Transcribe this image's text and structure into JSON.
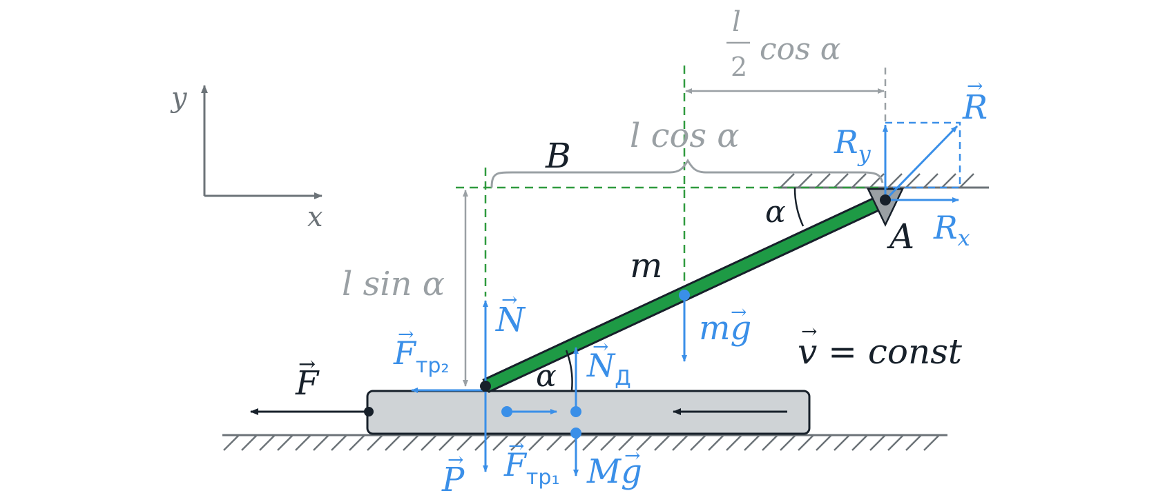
{
  "colors": {
    "blue": "#3a8fe8",
    "gray": "#9aa0a4",
    "dark": "#17202a",
    "green": "#1e9a45",
    "green_dash": "#2f9a3e",
    "block_fill": "#cfd3d6",
    "hatch": "#6c7378"
  },
  "labels": {
    "axis_y": "y",
    "axis_x": "x",
    "point_B": "B",
    "point_A": "A",
    "mass_m": "m",
    "alpha_top": "α",
    "alpha_bottom": "α",
    "dim_lcos": "l cos α",
    "dim_lsin": "l sin α",
    "dim_half_num": "l",
    "dim_half_den": "2",
    "dim_half_tail": "cos α",
    "force_R": "R",
    "force_Ry": "R",
    "force_Ry_sub": "y",
    "force_Rx": "R",
    "force_Rx_sub": "x",
    "force_N": "N",
    "force_Ftr2": "F",
    "force_Ftr2_sub": "тр₂",
    "force_F": "F",
    "force_P": "P",
    "force_Ftr1": "F",
    "force_Ftr1_sub": "тр₁",
    "force_Nd": "N",
    "force_Nd_sub": "Д",
    "force_Mg": "Mg",
    "force_mg": "mg",
    "velocity": "v = const"
  }
}
